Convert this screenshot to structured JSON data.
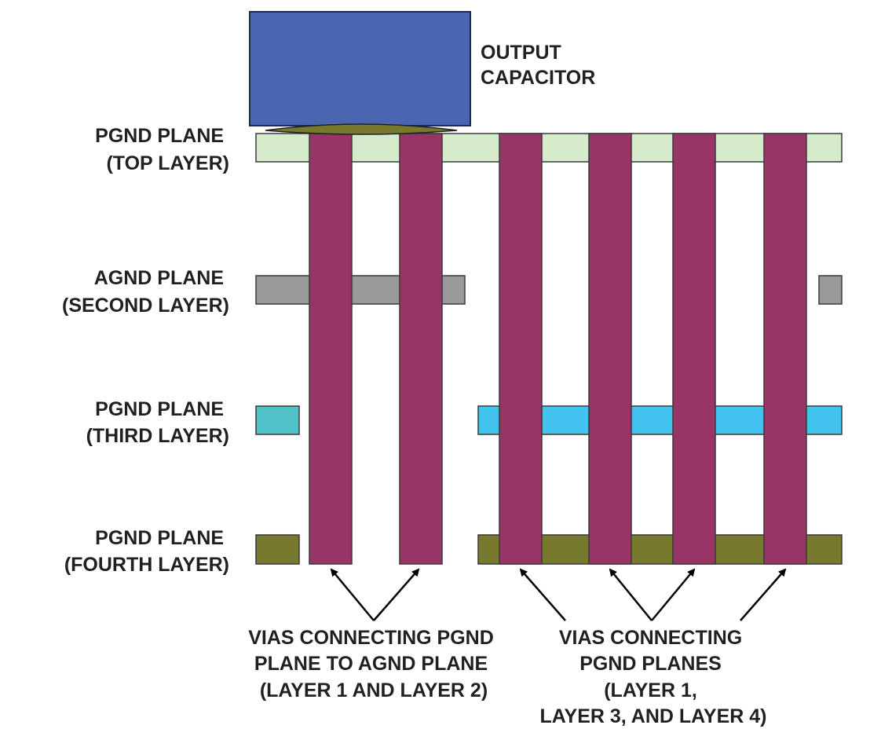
{
  "colors": {
    "capacitor": "#4a66b0",
    "capacitor_pad": "#777a2c",
    "pgnd_top": "#d6ebcb",
    "agnd_second": "#999999",
    "pgnd_third_left": "#4ec1c9",
    "pgnd_third_right": "#42c3f0",
    "pgnd_fourth": "#777a2c",
    "via": "#993466"
  },
  "capacitor": {
    "label_lines": [
      "OUTPUT",
      "CAPACITOR"
    ]
  },
  "layers": [
    {
      "id": "top",
      "label_lines": [
        "PGND PLANE",
        "(TOP LAYER)"
      ]
    },
    {
      "id": "second",
      "label_lines": [
        "AGND PLANE",
        "(SECOND LAYER)"
      ]
    },
    {
      "id": "third",
      "label_lines": [
        "PGND PLANE",
        "(THIRD LAYER)"
      ]
    },
    {
      "id": "fourth",
      "label_lines": [
        "PGND PLANE",
        "(FOURTH LAYER)"
      ]
    }
  ],
  "via_groups": [
    {
      "id": "pgnd-to-agnd",
      "via_count": 2,
      "caption_lines": [
        "VIAS CONNECTING PGND",
        "PLANE TO AGND PLANE",
        "(LAYER 1 AND LAYER 2)"
      ]
    },
    {
      "id": "pgnd-planes",
      "via_count": 4,
      "caption_lines": [
        "VIAS CONNECTING",
        "PGND PLANES",
        "(LAYER 1,",
        "LAYER 3, AND LAYER 4)"
      ]
    }
  ]
}
